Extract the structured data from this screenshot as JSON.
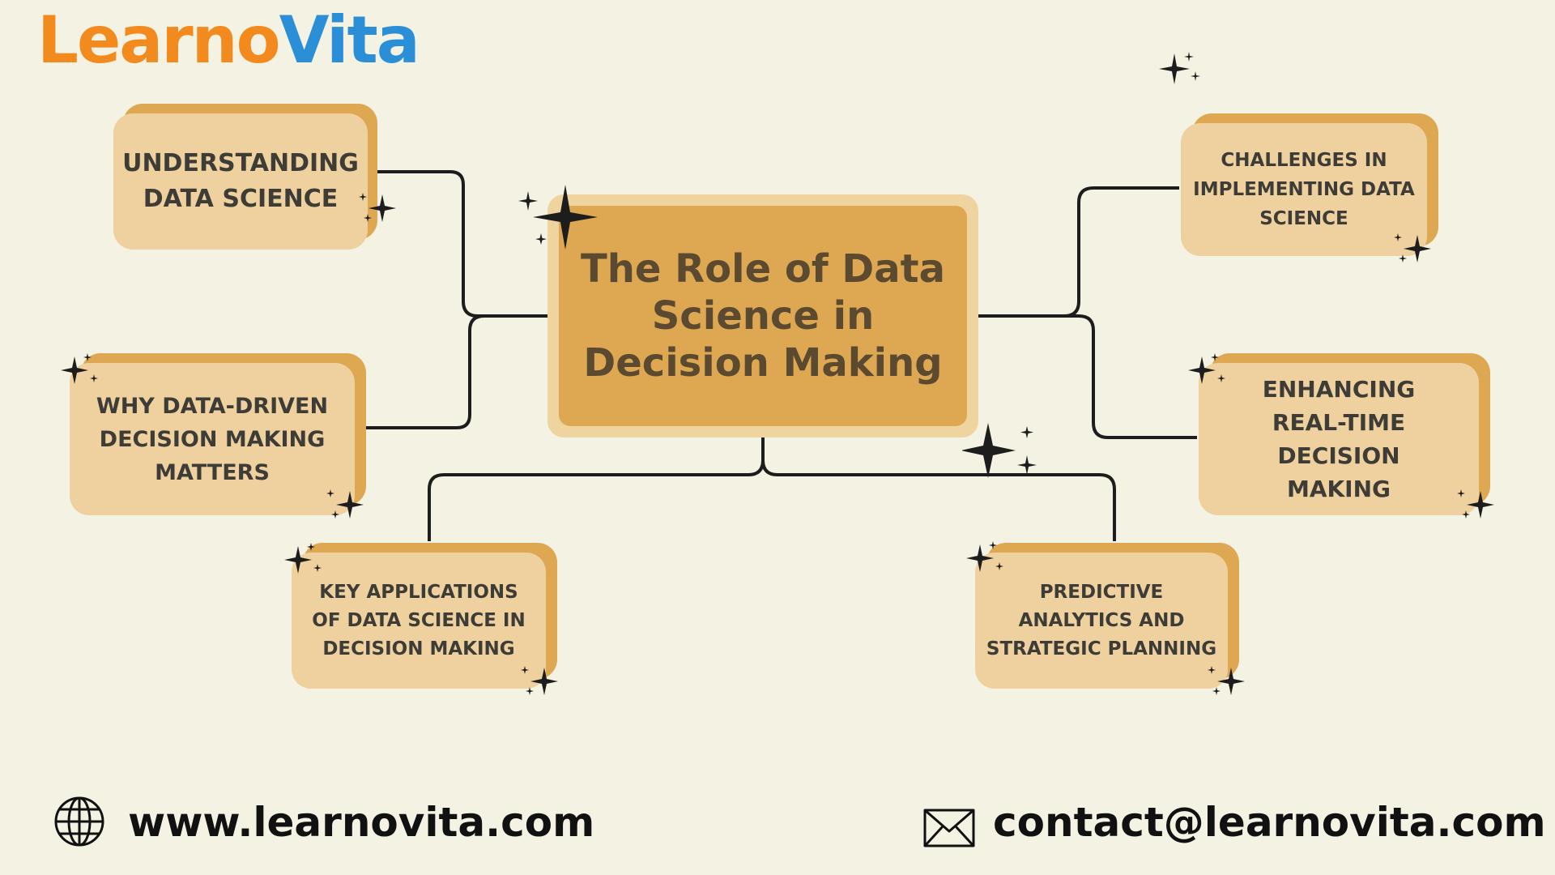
{
  "logo": {
    "part1": "Learno",
    "part2": "Vita"
  },
  "center": {
    "title": "The Role of Data Science in Decision Making"
  },
  "topics": [
    {
      "id": "understanding",
      "label": "UNDERSTANDING DATA SCIENCE"
    },
    {
      "id": "why",
      "label": "WHY DATA-DRIVEN DECISION MAKING MATTERS"
    },
    {
      "id": "key",
      "label": "KEY APPLICATIONS OF DATA SCIENCE IN DECISION MAKING"
    },
    {
      "id": "challenges",
      "label": "CHALLENGES IN IMPLEMENTING DATA SCIENCE"
    },
    {
      "id": "enhancing",
      "label": "ENHANCING REAL-TIME DECISION MAKING"
    },
    {
      "id": "predictive",
      "label": "PREDICTIVE ANALYTICS AND STRATEGIC PLANNING"
    }
  ],
  "footer": {
    "website": "www.learnovita.com",
    "email": "contact@learnovita.com",
    "website_icon": "globe-icon",
    "email_icon": "envelope-icon"
  },
  "colors": {
    "background": "#f4f2e2",
    "card": "#eed19e",
    "card_shadow": "#dea853",
    "text": "#3e3c36"
  }
}
